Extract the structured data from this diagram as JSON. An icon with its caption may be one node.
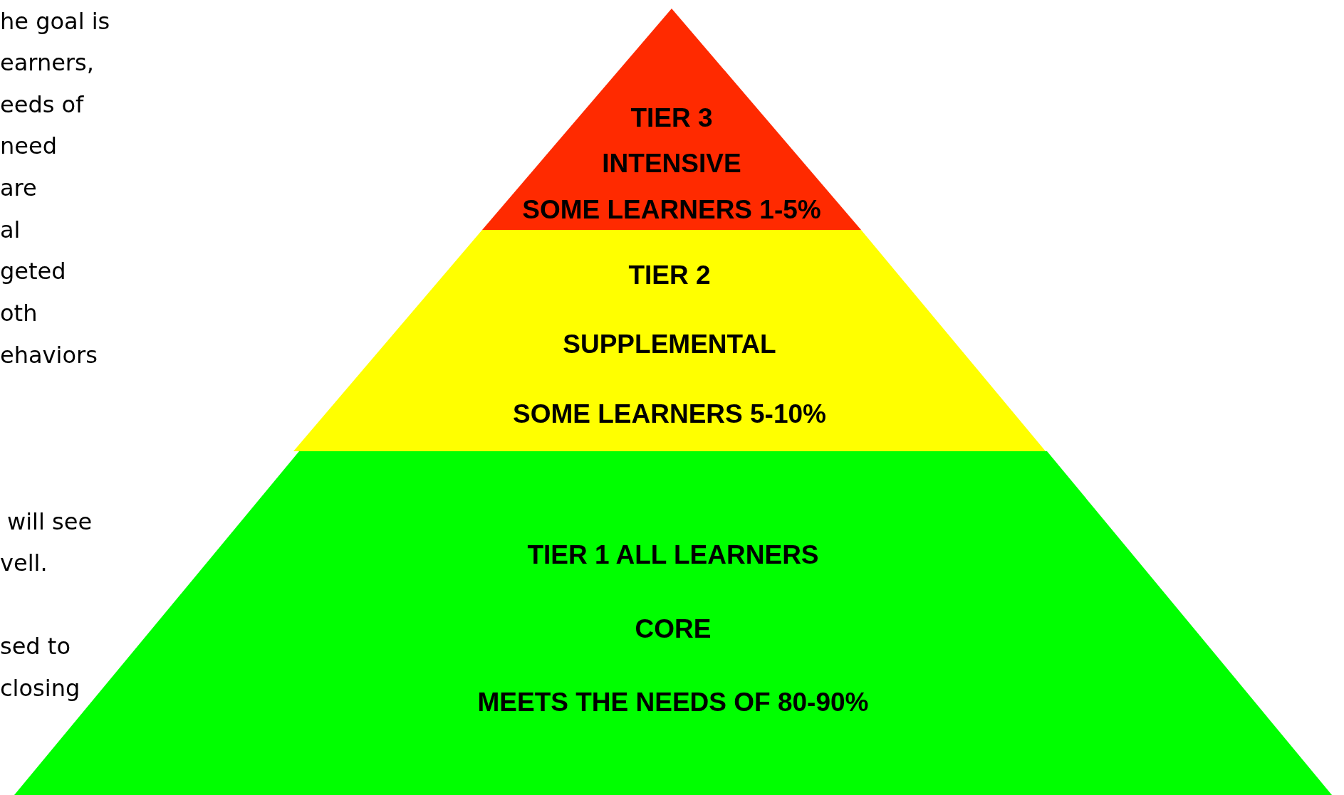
{
  "diagram": {
    "nodes": [
      {
        "text": [
          "TIER 3",
          "INTENSIVE",
          "SOME LEARNERS 1-5%"
        ]
      },
      {
        "text": [
          "TIER 2",
          "SUPPLEMENTAL",
          "SOME LEARNERS 5-10%"
        ]
      },
      {
        "text": [
          "TIER 1 ALL LEARNERS",
          "CORE",
          "MEETS THE NEEDS OF 80-90%"
        ]
      }
    ],
    "labels": [
      "he goal is",
      "earners,",
      "eeds of",
      "need",
      "are",
      "al",
      "geted",
      "oth",
      "ehaviors",
      "will see",
      "vell.",
      "sed to",
      "closing"
    ]
  }
}
